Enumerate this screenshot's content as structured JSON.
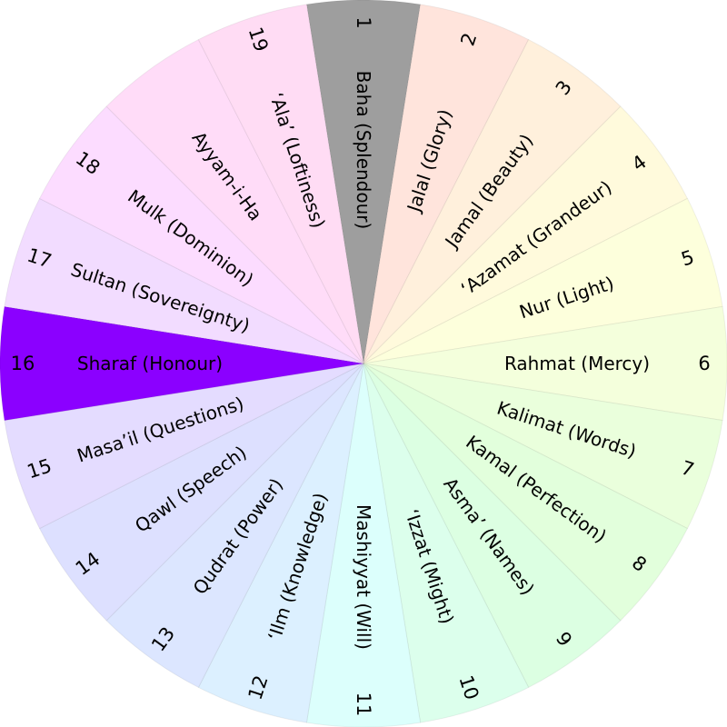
{
  "diagram": {
    "segments": [
      {
        "number": "1",
        "label": "Baha (Splendour)",
        "color": "#9e9e9e"
      },
      {
        "number": "2",
        "label": "Jalal (Glory)",
        "color": "#ffe4dc"
      },
      {
        "number": "3",
        "label": "Jamal (Beauty)",
        "color": "#fff0dc"
      },
      {
        "number": "4",
        "label": "‘Azamat (Grandeur)",
        "color": "#fffadc"
      },
      {
        "number": "5",
        "label": "Nur (Light)",
        "color": "#fdffdc"
      },
      {
        "number": "6",
        "label": "Rahmat (Mercy)",
        "color": "#f4ffdc"
      },
      {
        "number": "7",
        "label": "Kalimat (Words)",
        "color": "#eaffdc"
      },
      {
        "number": "8",
        "label": "Kamal (Perfection)",
        "color": "#e2ffdc"
      },
      {
        "number": "9",
        "label": "Asma’ (Names)",
        "color": "#dcffe2"
      },
      {
        "number": "10",
        "label": "‘Izzat (Might)",
        "color": "#dcffec"
      },
      {
        "number": "11",
        "label": "Mashiyyat (Will)",
        "color": "#dcfffc"
      },
      {
        "number": "12",
        "label": "‘Ilm (Knowledge)",
        "color": "#dcf0ff"
      },
      {
        "number": "13",
        "label": "Qudrat (Power)",
        "color": "#dce6ff"
      },
      {
        "number": "14",
        "label": "Qawl (Speech)",
        "color": "#dde0ff"
      },
      {
        "number": "15",
        "label": "Masa’il (Questions)",
        "color": "#e4dcff"
      },
      {
        "number": "16",
        "label": "Sharaf (Honour)",
        "color": "#8b00ff"
      },
      {
        "number": "17",
        "label": "Sultan (Sovereignty)",
        "color": "#f2dcff"
      },
      {
        "number": "18",
        "label": "Mulk (Dominion)",
        "color": "#fcdcff"
      },
      {
        "number": "19",
        "label": "‘Ala’ (Loftiness)",
        "color": "#ffdcf4"
      }
    ],
    "intercalary": {
      "label": "Ayyam-i-Ha",
      "color": "#ffdcf8"
    }
  }
}
